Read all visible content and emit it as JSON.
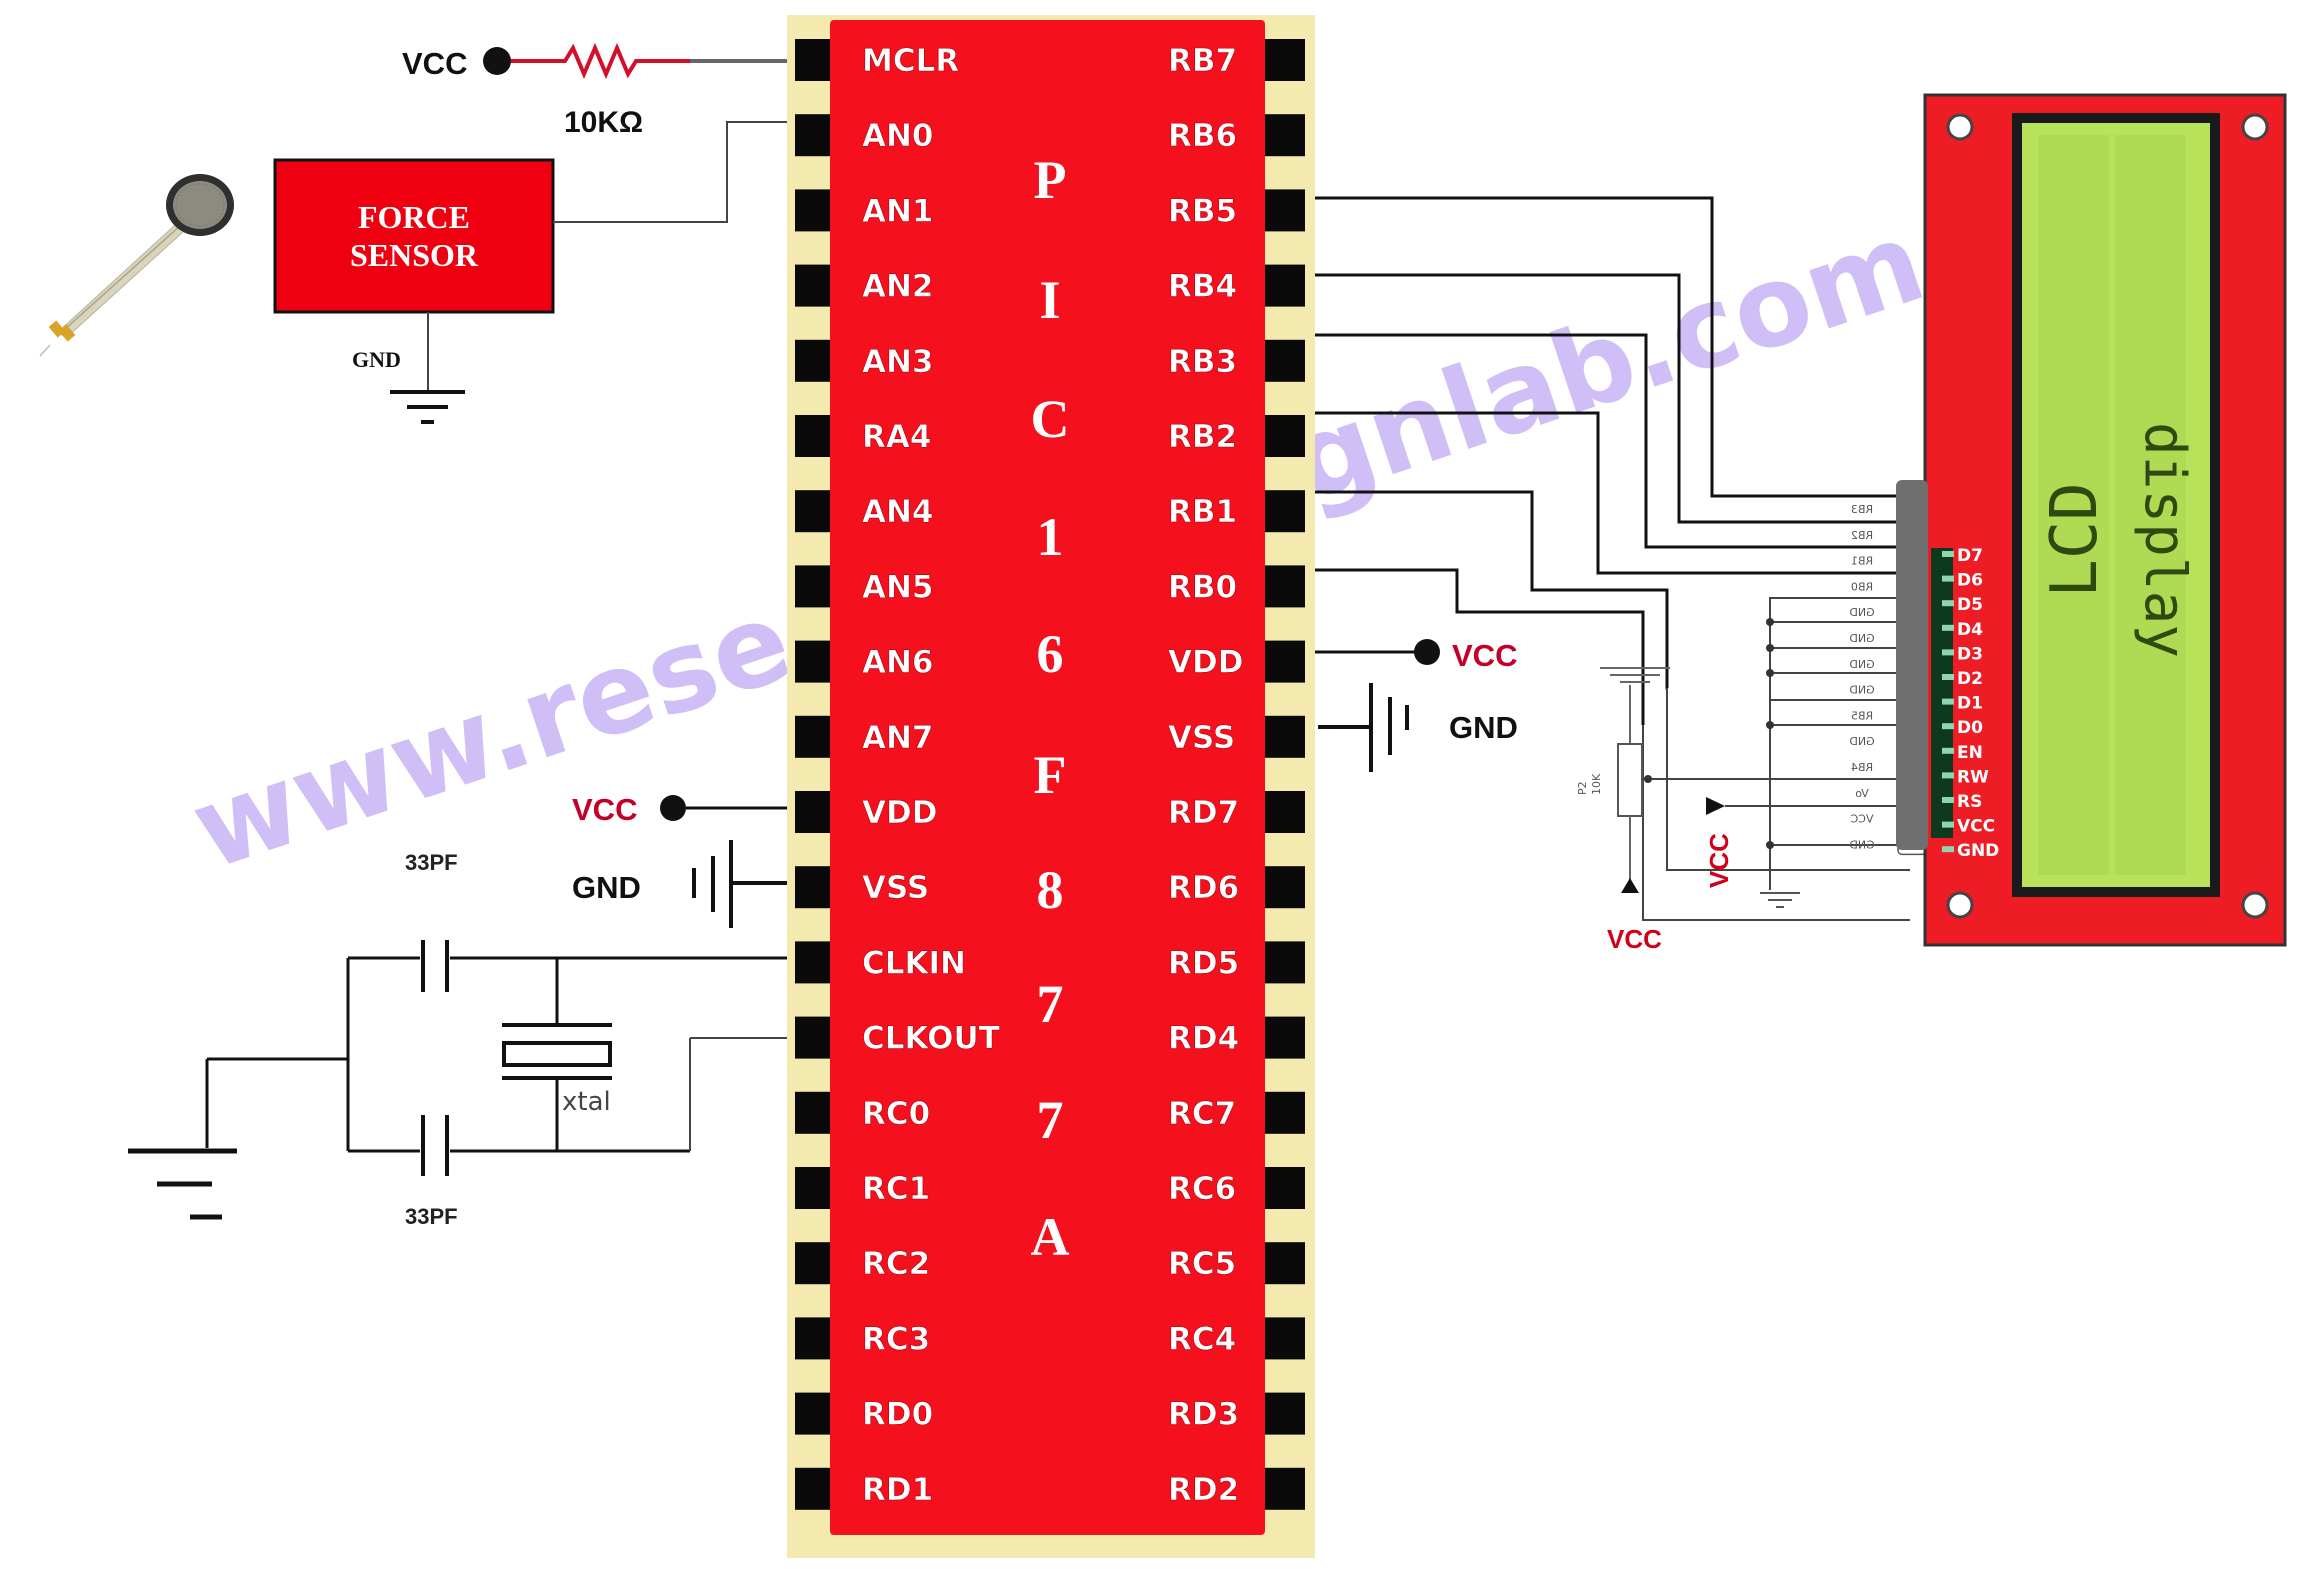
{
  "title": "PIC16F877A Force Sensor LCD Circuit",
  "watermark": "www.researchdesignlab.com",
  "colors": {
    "chip_red": "#f5101e",
    "pad_cream": "#f4eab0",
    "lcd_red": "#ee1c25",
    "lcd_screen": "#b8e25a",
    "vcc_red": "#c4002a",
    "watermark": "#c8b4f5"
  },
  "chip": {
    "name_letters": [
      "P",
      "I",
      "C",
      "1",
      "6",
      "F",
      "8",
      "7",
      "7",
      "A"
    ],
    "left_pins": [
      "MCLR",
      "AN0",
      "AN1",
      "AN2",
      "AN3",
      "RA4",
      "AN4",
      "AN5",
      "AN6",
      "AN7",
      "VDD",
      "VSS",
      "CLKIN",
      "CLKOUT",
      "RC0",
      "RC1",
      "RC2",
      "RC3",
      "RD0",
      "RD1"
    ],
    "right_pins": [
      "RB7",
      "RB6",
      "RB5",
      "RB4",
      "RB3",
      "RB2",
      "RB1",
      "RB0",
      "VDD",
      "VSS",
      "RD7",
      "RD6",
      "RD5",
      "RD4",
      "RC7",
      "RC6",
      "RC5",
      "RC4",
      "RD3",
      "RD2"
    ]
  },
  "mclr": {
    "supply": "VCC",
    "resistor": "10KΩ"
  },
  "sensor": {
    "line1": "FORCE",
    "line2": "SENSOR",
    "ground": "GND"
  },
  "left_power": {
    "vdd_supply": "VCC",
    "vss_ground": "GND"
  },
  "oscillator": {
    "cap_top": "33PF",
    "cap_bottom": "33PF",
    "crystal": "xtal"
  },
  "right_power": {
    "vdd_supply": "VCC",
    "vss_ground": "GND"
  },
  "lcd": {
    "header_labels": [
      "RB3",
      "RB2",
      "RB1",
      "RB0",
      "GND",
      "GND",
      "GND",
      "GND",
      "RB5",
      "GND",
      "RB4",
      "Vo",
      "VCC",
      "GND"
    ],
    "pin_labels": [
      "D7",
      "D6",
      "D5",
      "D4",
      "D3",
      "D2",
      "D1",
      "D0",
      "EN",
      "RW",
      "RS",
      "VCC",
      "GND"
    ],
    "screen_line1": "LCD",
    "screen_line2": "display",
    "pot_name": "P2",
    "pot_value": "10K",
    "pot_supply": "VCC",
    "backlight_supply": "VCC"
  }
}
